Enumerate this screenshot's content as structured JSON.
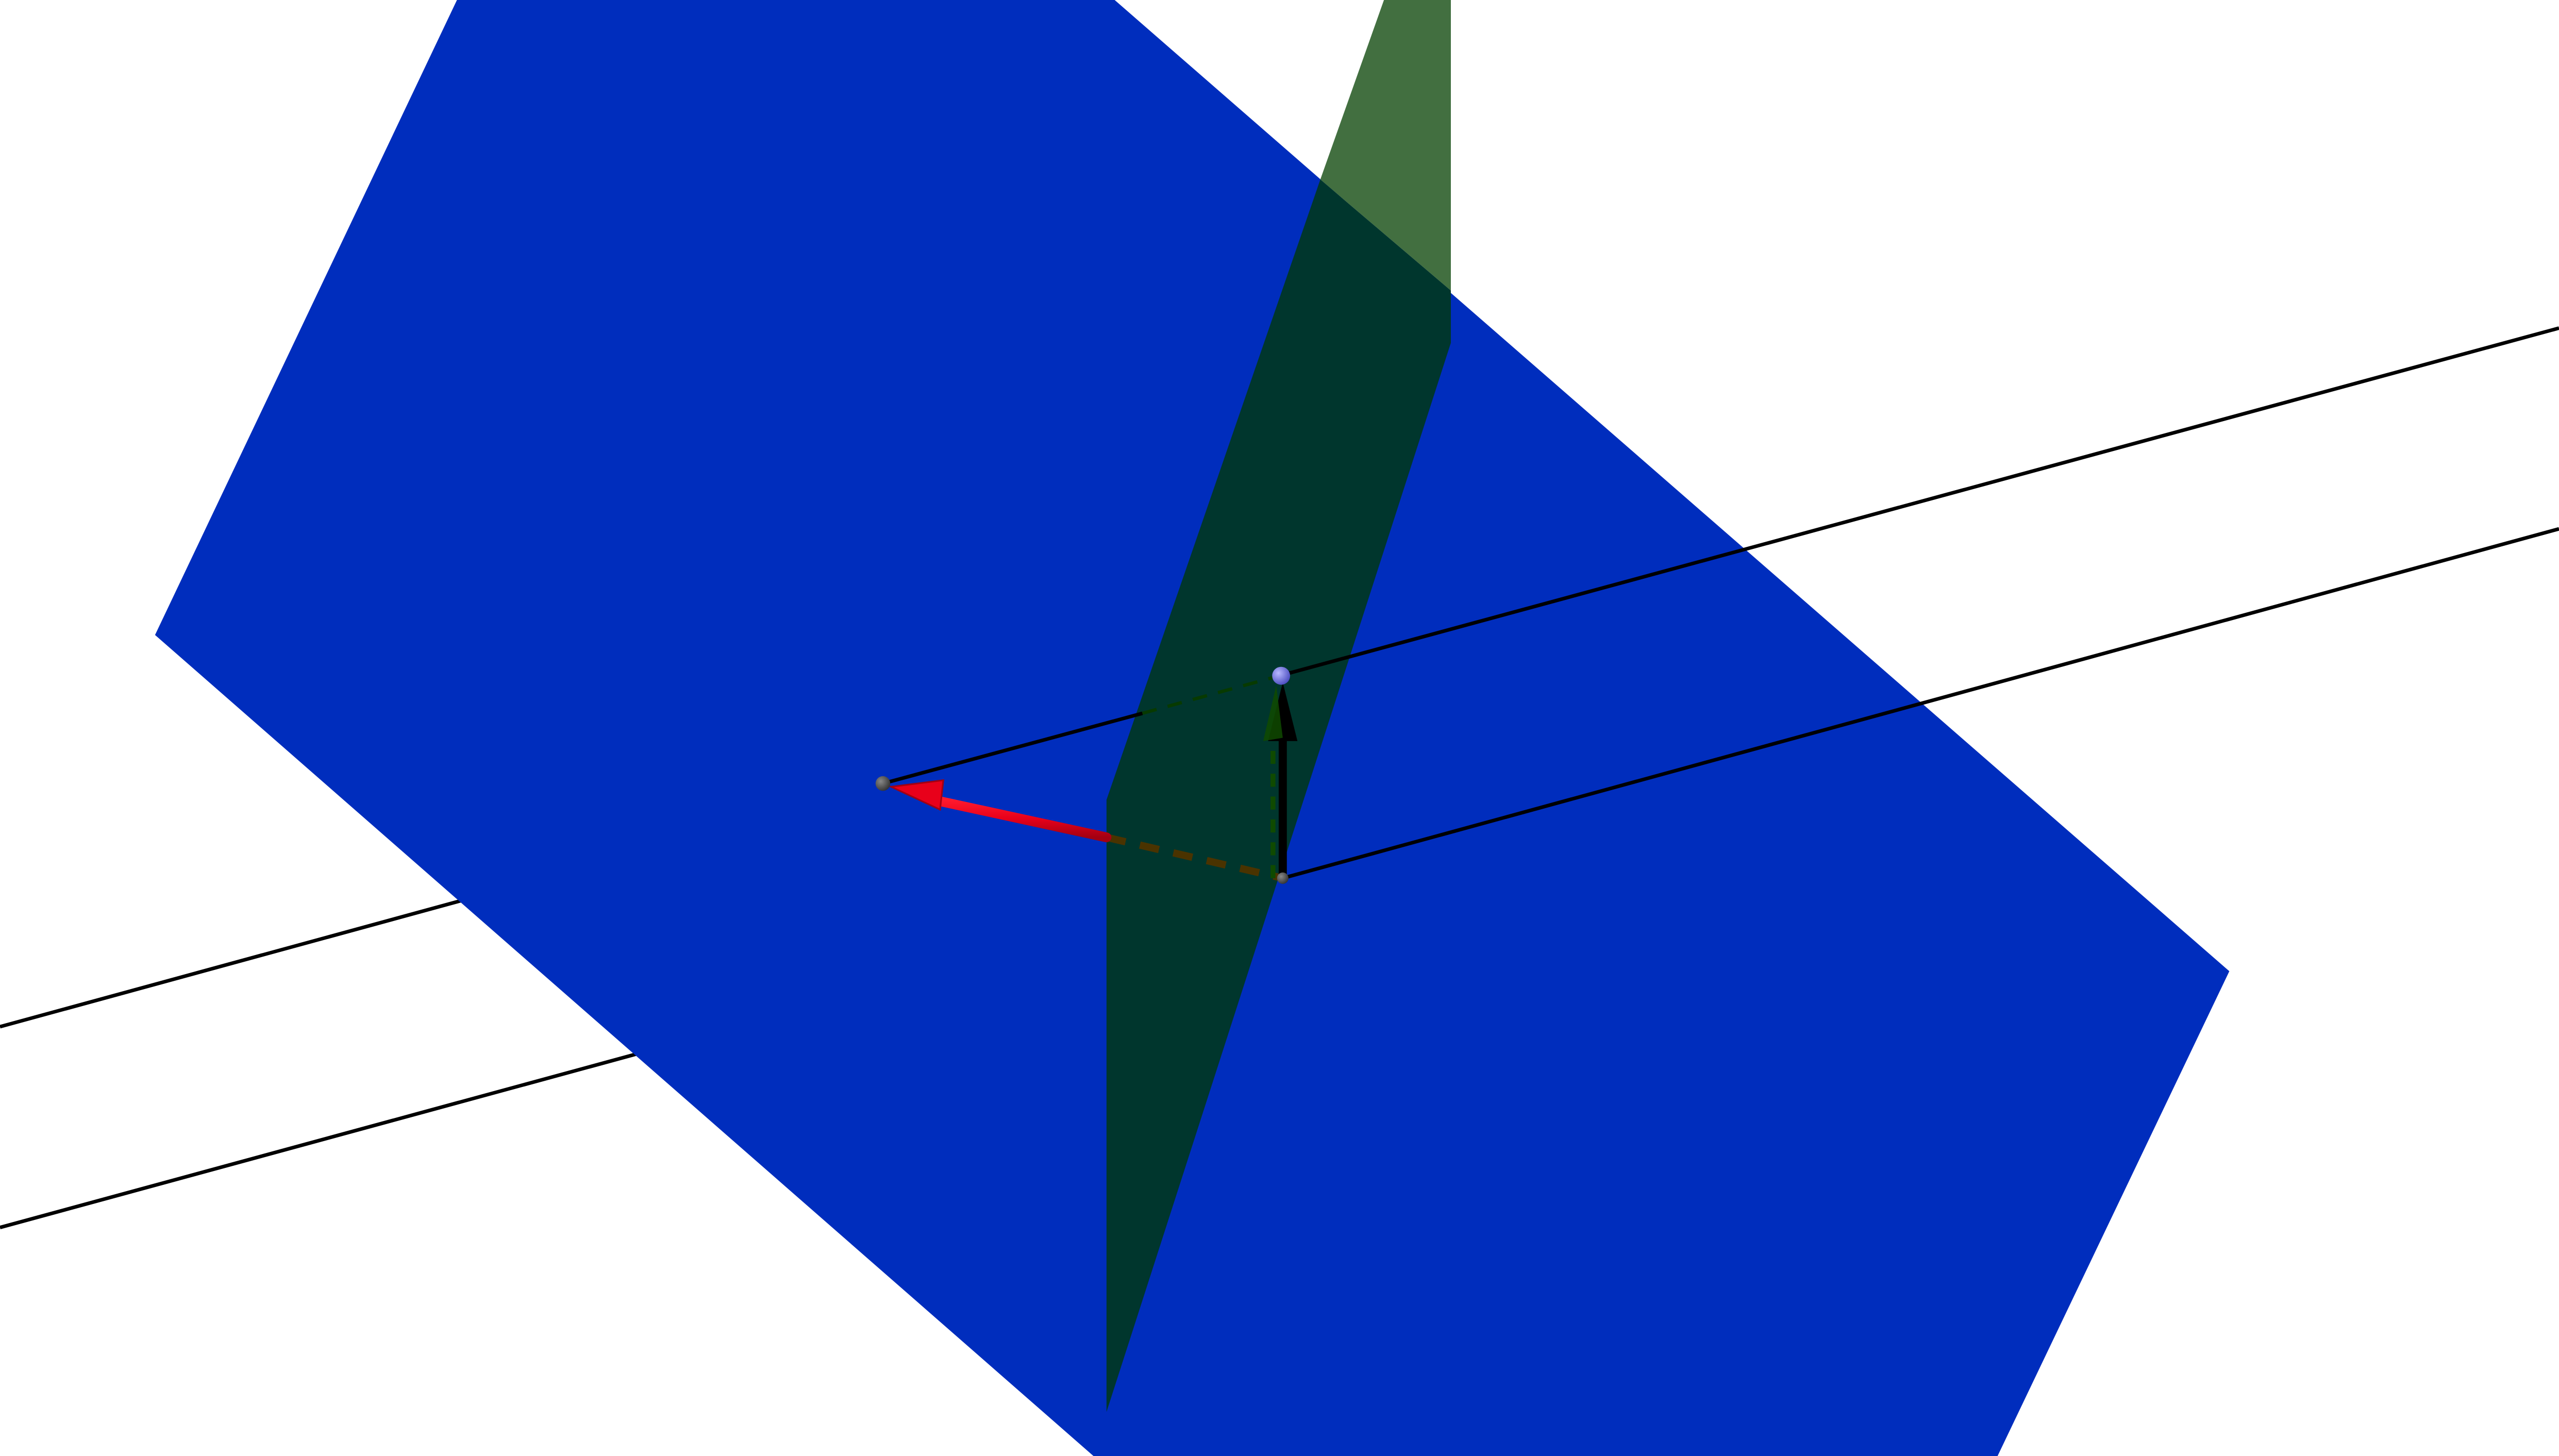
{
  "scene": {
    "background": "#ffffff",
    "colors": {
      "blue_plane": "#002DBD",
      "green_plane_upper": "#426F40",
      "green_plane_overlap": "#00362D",
      "line": "#000000",
      "red_vector": "#E8001A",
      "red_vector_dark": "#A30012",
      "black_vector": "#000000",
      "dashed_brown": "#4A3300",
      "dashed_green": "#073A00",
      "point_gray": "#555555",
      "point_blue": "#6F71E0"
    },
    "elements": [
      "blue-plane",
      "green-plane",
      "line-upper",
      "line-lower",
      "red-vector",
      "black-vector",
      "projection-dashes",
      "point-origin",
      "point-top",
      "point-foot"
    ]
  }
}
